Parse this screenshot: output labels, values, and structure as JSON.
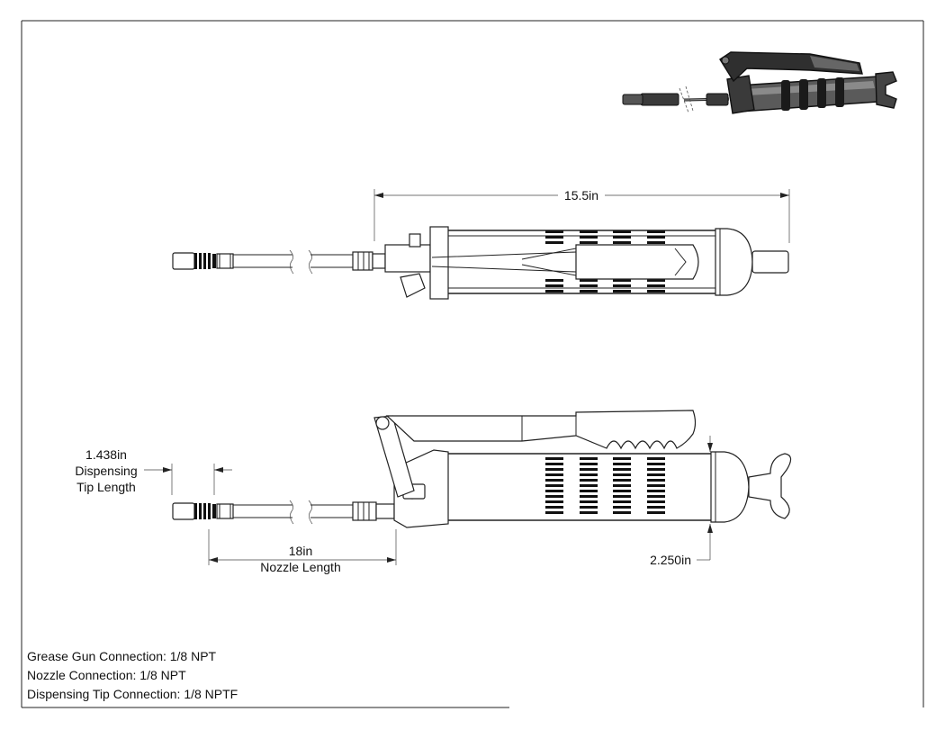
{
  "dimensions": {
    "overall_length": "15.5in",
    "tip_length_value": "1.438in",
    "tip_length_line1": "Dispensing",
    "tip_length_line2": "Tip Length",
    "nozzle_length_value": "18in",
    "nozzle_length_label": "Nozzle Length",
    "barrel_diameter": "2.250in"
  },
  "notes": [
    "Grease Gun Connection: 1/8 NPT",
    "Nozzle Connection: 1/8 NPT",
    "Dispensing Tip Connection: 1/8 NPTF"
  ]
}
